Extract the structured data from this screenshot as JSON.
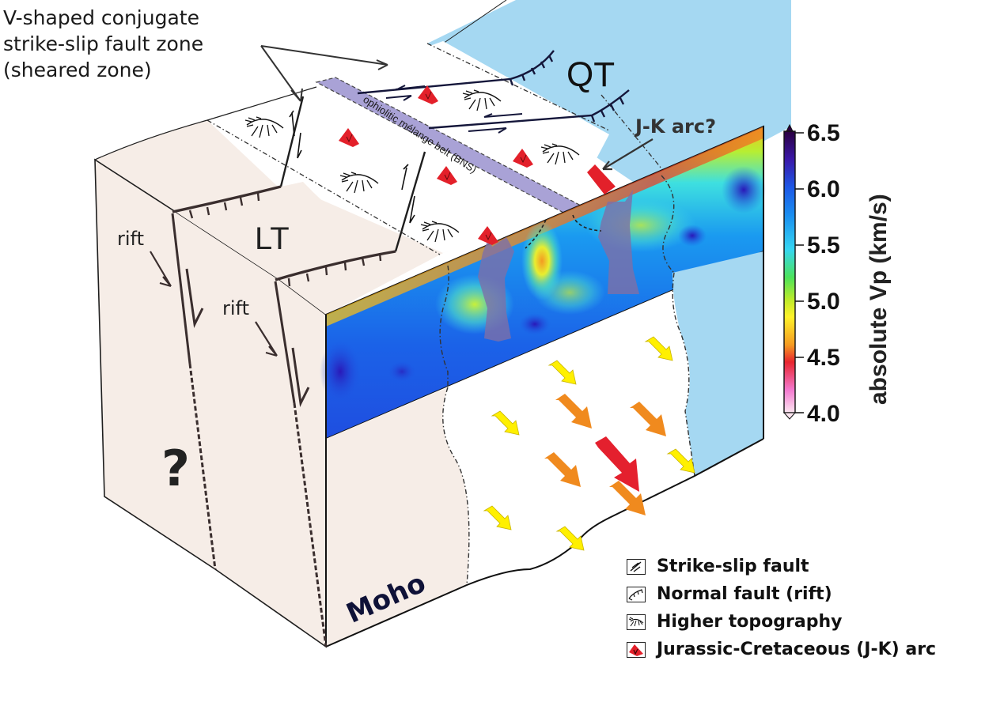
{
  "callout": {
    "lines": [
      "V-shaped conjugate",
      "strike-slip fault zone",
      "(sheared zone)"
    ]
  },
  "labels": {
    "qt": "QT",
    "lt": "LT",
    "rift_upper": "rift",
    "rift_lower": "rift",
    "jk_arc_question": "J-K arc?",
    "belt": "ophiolitic mélange belt (BNS)",
    "moho": "Moho",
    "unknown": "?"
  },
  "colorbar": {
    "title": "absolute Vp (km/s)",
    "ticks": [
      "6.5",
      "6.0",
      "5.5",
      "5.0",
      "4.5",
      "4.0"
    ],
    "min": 4.0,
    "max": 6.5,
    "colors": [
      "#2a0040",
      "#3a18a8",
      "#1d58e6",
      "#1a8ff0",
      "#36d6f2",
      "#4ce35a",
      "#d8ef2a",
      "#fff22a",
      "#f59a22",
      "#e8252e",
      "#f47ad0",
      "#fbe6f0"
    ]
  },
  "legend": {
    "items": [
      {
        "icon": "strike-slip-fault-icon",
        "label": "Strike-slip  fault"
      },
      {
        "icon": "normal-fault-icon",
        "label": "Normal  fault (rift)"
      },
      {
        "icon": "higher-topography-icon",
        "label": "Higher  topography"
      },
      {
        "icon": "jk-arc-icon",
        "label": "Jurassic-Cretaceous (J-K) arc"
      }
    ]
  },
  "colors": {
    "lhasa_terrane": "#f6ede7",
    "qiangtang_terrane": "#a5d8f2",
    "belt": "#a9a2d6",
    "arc": "#e3202a",
    "arrow_yellow": "#fff000",
    "arrow_orange": "#f08a1e",
    "arrow_red": "#e4202e",
    "outline": "#1e1e1e"
  }
}
